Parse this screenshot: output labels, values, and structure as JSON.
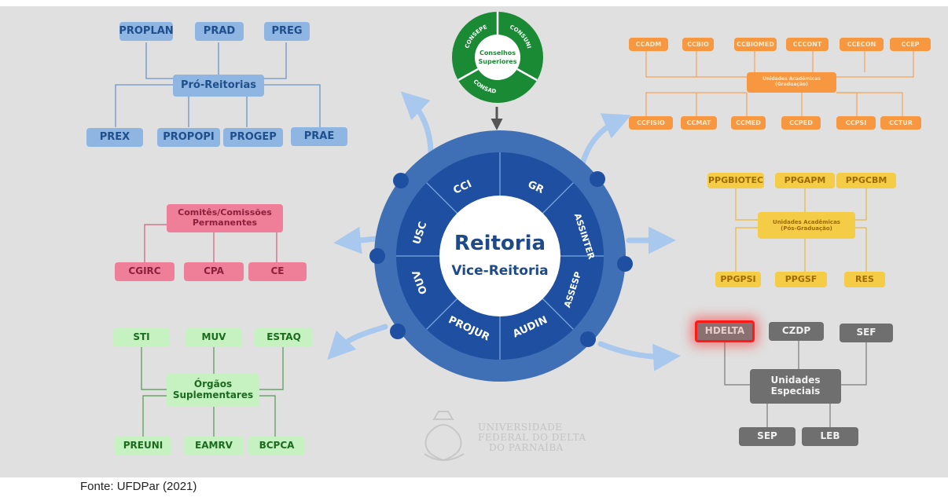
{
  "source": "Fonte: UFDPar (2021)",
  "center": {
    "title": "Reitoria",
    "subtitle": "Vice-Reitoria"
  },
  "ring_segments": [
    "CCI",
    "GR",
    "ASSINTER",
    "ASSESP",
    "AUDIN",
    "PROJUR",
    "OUV",
    "USC"
  ],
  "conselhos": {
    "title_line1": "Conselhos",
    "title_line2": "Superiores",
    "segments": [
      "CONSEPE",
      "CONSUNI",
      "CONSAD"
    ]
  },
  "pro_reitorias": {
    "label": "Pró-Reitorias",
    "top": [
      "PROPLAN",
      "PRAD",
      "PREG"
    ],
    "bottom": [
      "PREX",
      "PROPOPI",
      "PROGEP",
      "PRAE"
    ]
  },
  "graduacao": {
    "label_line1": "Unidades Acadêmicas",
    "label_line2": "(Graduação)",
    "top": [
      "CCADM",
      "CCBIO",
      "CCBIOMED",
      "CCCONT",
      "CCECON",
      "CCEP"
    ],
    "bottom": [
      "CCFISIO",
      "CCMAT",
      "CCMED",
      "CCPED",
      "CCPSI",
      "CCTUR"
    ]
  },
  "pos_graduacao": {
    "label_line1": "Unidades Acadêmicas",
    "label_line2": "(Pós-Graduação)",
    "top": [
      "PPGBIOTEC",
      "PPGAPM",
      "PPGCBM"
    ],
    "bottom": [
      "PPGPSI",
      "PPGSF",
      "RES"
    ]
  },
  "comites": {
    "label_line1": "Comitês/Comissões",
    "label_line2": "Permanentes",
    "items": [
      "CGIRC",
      "CPA",
      "CE"
    ]
  },
  "orgaos": {
    "label_line1": "Órgãos",
    "label_line2": "Suplementares",
    "top": [
      "STI",
      "MUV",
      "ESTAQ"
    ],
    "bottom": [
      "PREUNI",
      "EAMRV",
      "BCPCA"
    ]
  },
  "especiais": {
    "label_line1": "Unidades",
    "label_line2": "Especiais",
    "top": [
      "HDELTA",
      "CZDP",
      "SEF"
    ],
    "bottom": [
      "SEP",
      "LEB"
    ],
    "highlighted": "HDELTA"
  },
  "university": {
    "line1": "Universidade",
    "line2": "Federal do Delta",
    "line3": "do Parnaíba"
  },
  "colors": {
    "background": "#e0e0e0",
    "hub_dark": "#1f4a8a",
    "ring_outer": "#3f6fb5",
    "blue": "#8fb5e3",
    "orange": "#f7973f",
    "yellow": "#f5cc45",
    "pink": "#ef7f99",
    "green": "#c6f1c0",
    "grey": "#6f6f6f",
    "council_green": "#1a8a35",
    "highlight": "#ff1a1a",
    "arrow": "#a9c8ee"
  }
}
